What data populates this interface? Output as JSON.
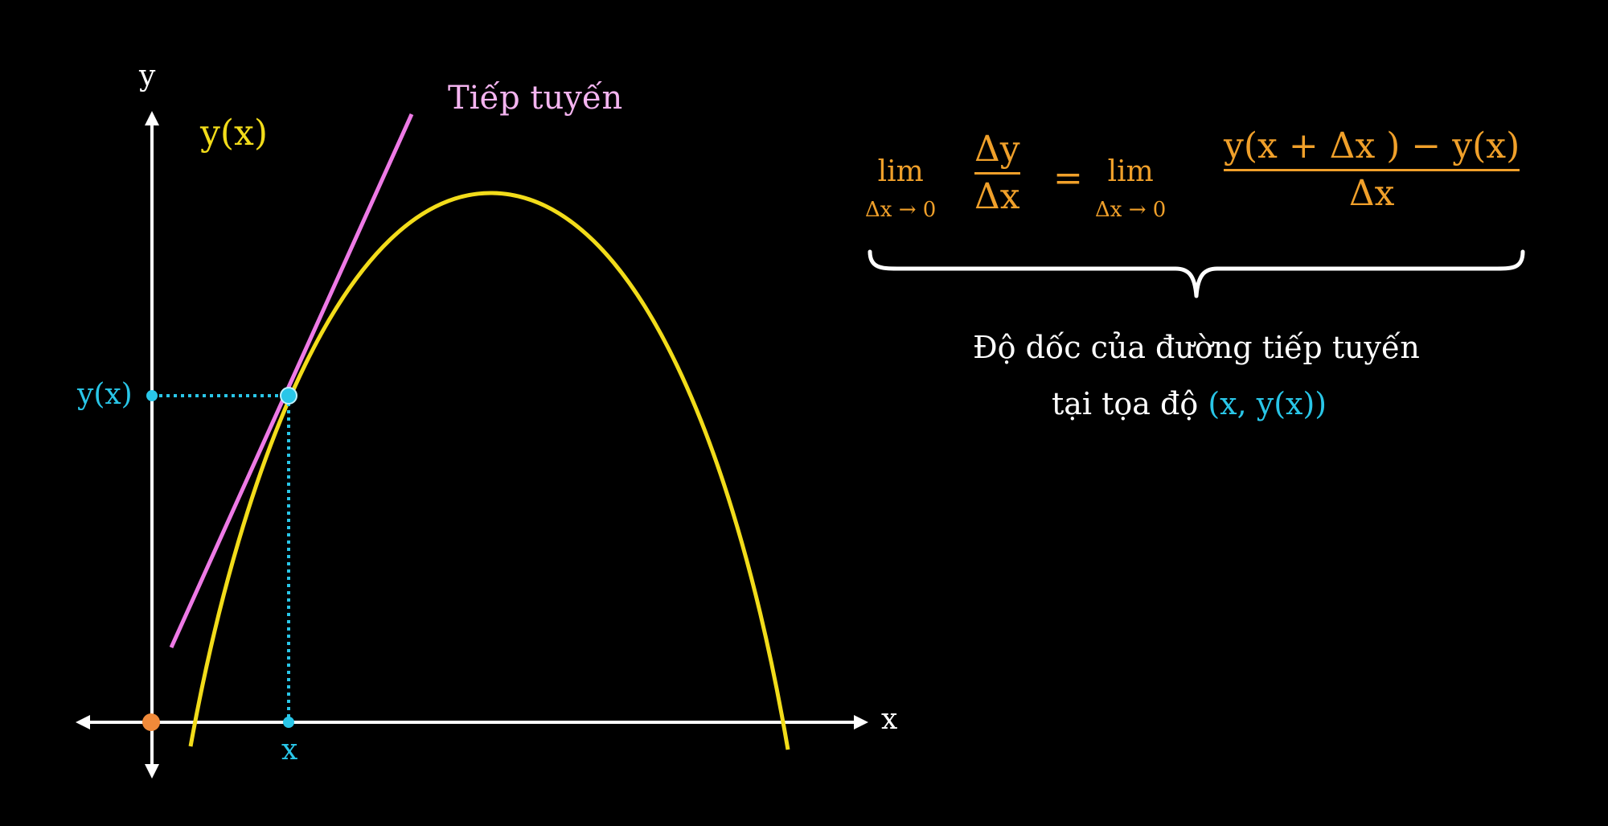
{
  "graph": {
    "axis_y_label": "y",
    "axis_x_label": "x",
    "curve_label": "y(x)",
    "tangent_label": "Tiếp tuyến",
    "point_y_label": "y(x)",
    "point_x_label": "x"
  },
  "formula": {
    "lim_word": "lim",
    "lim_sub": "Δx → 0",
    "left_num": "Δy",
    "left_den": "Δx",
    "equals": "=",
    "right_num": "y(x  + Δx ) − y(x)",
    "right_den": "Δx"
  },
  "caption": {
    "line1": "Độ dốc của đường tiếp tuyến",
    "line2_prefix": "tại tọa độ ",
    "line2_coord": "(x, y(x))"
  },
  "colors": {
    "background": "#000000",
    "axes": "#ffffff",
    "curve": "#f2dc1a",
    "tangent": "#ee7ae6",
    "point": "#29c6e8",
    "origin": "#f08a3a",
    "formula": "#f0a02a",
    "caption": "#ffffff"
  }
}
